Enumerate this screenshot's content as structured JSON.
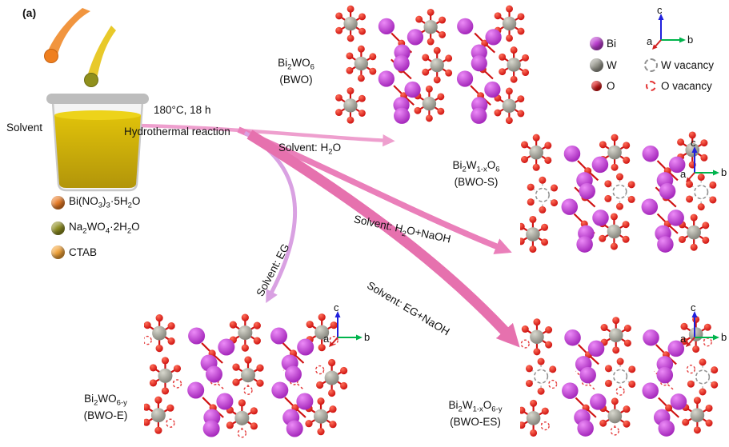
{
  "panel_label": "(a)",
  "beaker": {
    "label": "Solvent"
  },
  "reaction": {
    "conditions": "180°C, 18 h",
    "name": "Hydrothermal reaction"
  },
  "arrows": [
    {
      "label_html": "Solvent: H<sub>2</sub>O"
    },
    {
      "label_html": "Solvent: H<sub>2</sub>O+NaOH"
    },
    {
      "label_html": "Solvent: EG"
    },
    {
      "label_html": "Solvent: EG+NaOH"
    }
  ],
  "reagents": [
    {
      "name_html": "Bi(NO<sub>3</sub>)<sub>3</sub>·5H<sub>2</sub>O",
      "color": "#e97b25"
    },
    {
      "name_html": "Na<sub>2</sub>WO<sub>4</sub>·2H<sub>2</sub>O",
      "color": "#8d8d1f"
    },
    {
      "name_html": "CTAB",
      "color": "#f2a236"
    }
  ],
  "legend": {
    "bi": "Bi",
    "w": "W",
    "o": "O",
    "w_vacancy": "W vacancy",
    "o_vacancy": "O vacancy",
    "colors": {
      "bi": "#bb3bd0",
      "w": "#97978d",
      "o": "#d90f0f"
    }
  },
  "structures": [
    {
      "formula_html": "Bi<sub>2</sub>WO<sub>6</sub>",
      "abbr": "(BWO)",
      "has_w_vacancy": false,
      "has_o_vacancy": false
    },
    {
      "formula_html": "Bi<sub>2</sub>W<sub>1-x</sub>O<sub>6</sub>",
      "abbr": "(BWO-S)",
      "has_w_vacancy": true,
      "has_o_vacancy": false
    },
    {
      "formula_html": "Bi<sub>2</sub>WO<sub>6-y</sub>",
      "abbr": "(BWO-E)",
      "has_w_vacancy": false,
      "has_o_vacancy": true
    },
    {
      "formula_html": "Bi<sub>2</sub>W<sub>1-x</sub>O<sub>6-y</sub>",
      "abbr": "(BWO-ES)",
      "has_w_vacancy": true,
      "has_o_vacancy": true
    }
  ],
  "axes": {
    "a": "a",
    "b": "b",
    "c": "c"
  }
}
